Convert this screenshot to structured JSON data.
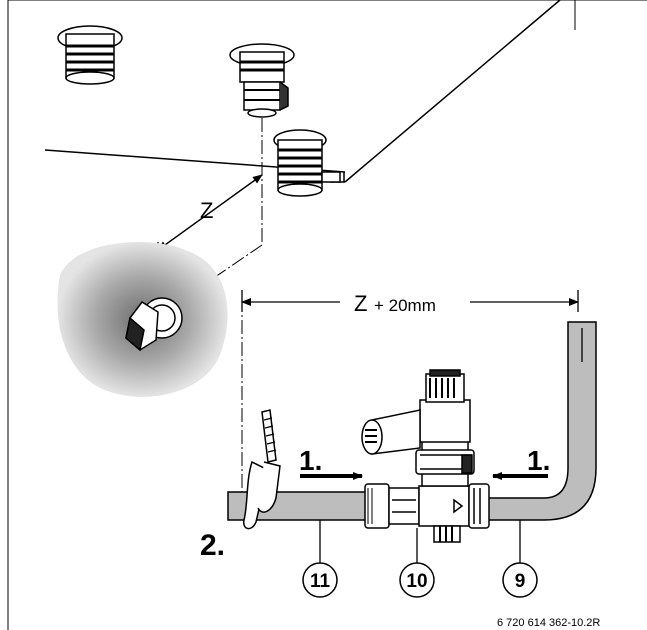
{
  "labels": {
    "z_top": "Z",
    "z_bottom": "Z",
    "z_bottom_suffix": "+ 20mm",
    "step1_left": "1.",
    "step1_right": "1.",
    "step2": "2."
  },
  "callouts": [
    {
      "id": "pipe",
      "text": "11"
    },
    {
      "id": "valve",
      "text": "10"
    },
    {
      "id": "bend",
      "text": "9"
    }
  ],
  "figure_code": "6 720 614 362-10.2R",
  "colors": {
    "pipe_fill": "#bdbdbd",
    "stroke": "#000000",
    "shadow": "#9a9a9a",
    "background": "#ffffff"
  }
}
